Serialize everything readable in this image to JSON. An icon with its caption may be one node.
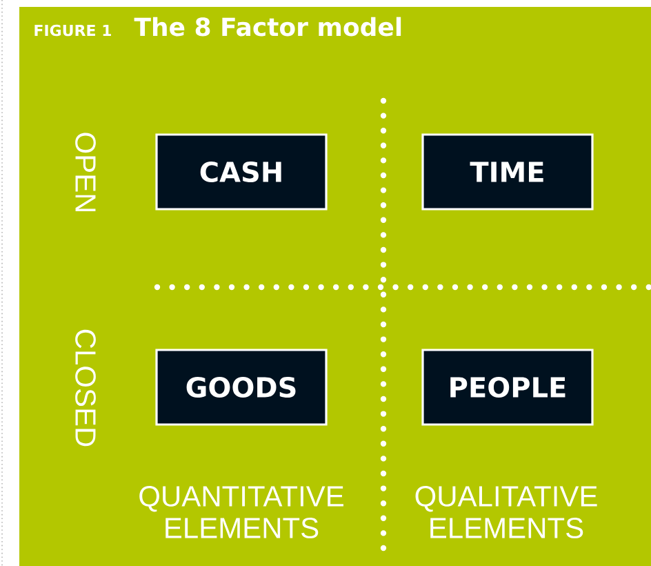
{
  "diagram": {
    "title": "The 8 Factor model",
    "nodes": [
      {
        "text": [
          "CASH"
        ]
      },
      {
        "text": [
          "TIME"
        ]
      },
      {
        "text": [
          "GOODS"
        ]
      },
      {
        "text": [
          "PEOPLE"
        ]
      }
    ],
    "labels": [
      "FIGURE 1",
      "OPEN",
      "CLOSED",
      "QUANTITATIVE ELEMENTS",
      "QUALITATIVE ELEMENTS"
    ]
  }
}
